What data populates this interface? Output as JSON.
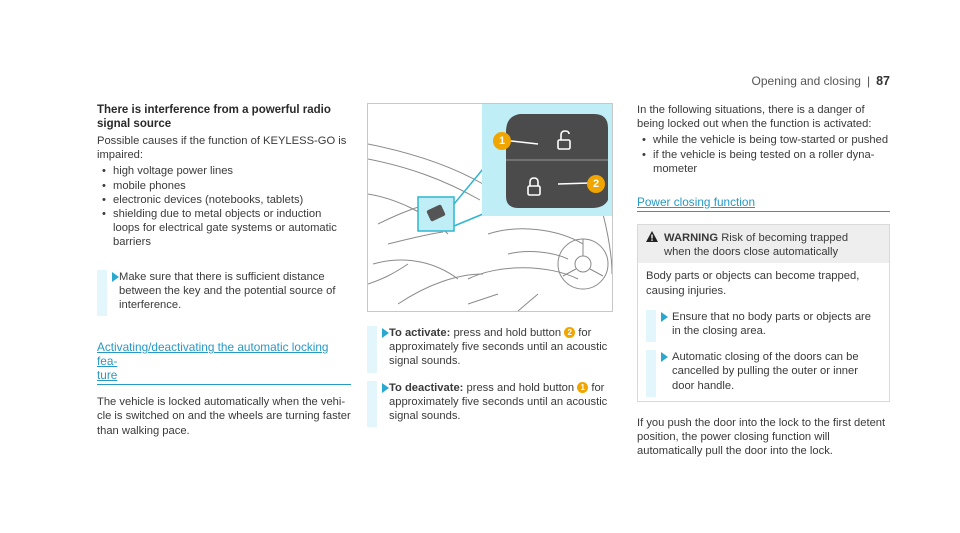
{
  "header": {
    "section": "Opening and closing",
    "page": "87"
  },
  "col1": {
    "heading": "There is interference from a powerful radio signal source",
    "intro": "Possible causes if the function of KEYLESS-GO is impaired:",
    "bullets": [
      "high voltage power lines",
      "mobile phones",
      "electronic devices (notebooks, tablets)",
      "shielding due to metal objects or induction loops for electrical gate systems or automatic barriers"
    ],
    "instruction": "Make sure that there is sufficient distance between the key and the potential source of interference.",
    "section_title_l1": "Activating/deactivating the automatic locking fea-",
    "section_title_l2": "ture",
    "body": "The vehicle is locked automatically when the vehi-cle is switched on and the wheels are turning faster than walking pace."
  },
  "col2": {
    "activate": {
      "label": "To activate:",
      "pre": "press and hold button",
      "badge": "2",
      "post": "for approximately five seconds until an acoustic signal sounds."
    },
    "deactivate": {
      "label": "To deactivate:",
      "pre": "press and hold button",
      "badge": "1",
      "post": "for approximately five seconds until an acoustic signal sounds."
    }
  },
  "figure": {
    "callout1": "1",
    "callout2": "2"
  },
  "col3": {
    "intro": "In the following situations, there is a danger of being locked out when the function is activated:",
    "bullets": [
      "while the vehicle is being tow-started or pushed",
      "if the vehicle is being tested on a roller dyna-mometer"
    ],
    "section_title": "Power closing function",
    "warning": {
      "label": "WARNING",
      "text": "Risk of becoming trapped when the doors close automatically",
      "body": "Body parts or objects can become trapped, causing injuries.",
      "instructions": [
        "Ensure that no body parts or objects are in the closing area.",
        "Automatic closing of the doors can be cancelled by pulling the outer or inner door handle."
      ]
    },
    "footer": "If you push the door into the lock to the first detent position, the power closing function will automatically pull the door into the lock."
  },
  "colors": {
    "accent": "#2799c4",
    "badge": "#f0a500",
    "figure_highlight": "#bfeef6"
  }
}
